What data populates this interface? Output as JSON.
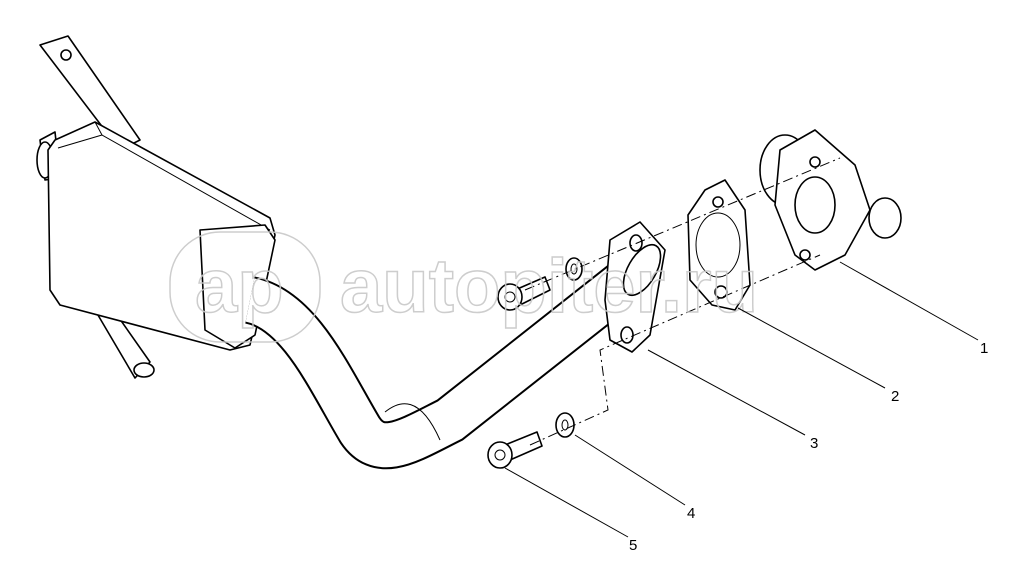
{
  "watermark": {
    "text": "autopiter.ru",
    "logo": "ap"
  },
  "callouts": [
    {
      "number": "1",
      "part": "flange"
    },
    {
      "number": "2",
      "part": "gasket"
    },
    {
      "number": "3",
      "part": "exhaust-pipe"
    },
    {
      "number": "4",
      "part": "washer"
    },
    {
      "number": "5",
      "part": "bolt"
    }
  ]
}
